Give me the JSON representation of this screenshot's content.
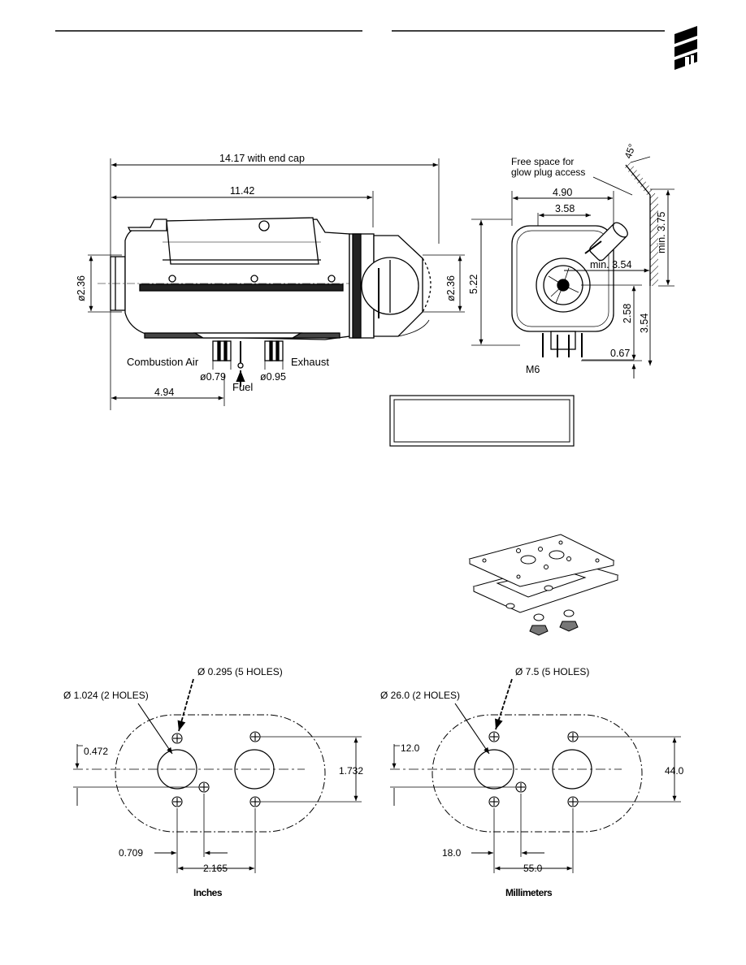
{
  "side_view": {
    "overall_length": "14.17 with end cap",
    "body_length": "11.42",
    "inlet_diameter": "ø2.36",
    "outlet_diameter": "ø2.36",
    "combustion_air_label": "Combustion Air",
    "exhaust_label": "Exhaust",
    "fuel_label": "Fuel",
    "combustion_air_diameter": "ø0.79",
    "exhaust_diameter": "ø0.95",
    "port_offset": "4.94"
  },
  "end_view": {
    "clearance_note_line1": "Free space for",
    "clearance_note_line2": "glow plug access",
    "angle": "45°",
    "width": "4.90",
    "inner_width": "3.58",
    "height": "5.22",
    "min_clearance_side": "min. 3.54",
    "min_clearance_top": "min. 3.75",
    "height_to_center": "2.58",
    "height_bottom": "3.54",
    "stud_offset": "0.67",
    "stud_label": "M6"
  },
  "mount_inches": {
    "small_holes": "Ø  0.295 (5 HOLES)",
    "large_holes": "Ø  1.024 (2 HOLES)",
    "offset_vertical": "0.472",
    "hole_spacing_vertical": "1.732",
    "offset_horizontal": "0.709",
    "hole_spacing_horizontal": "2.165",
    "caption": "Inches"
  },
  "mount_mm": {
    "small_holes": "Ø  7.5 (5 HOLES)",
    "large_holes": "Ø  26.0 (2 HOLES)",
    "offset_vertical": "12.0",
    "hole_spacing_vertical": "44.0",
    "offset_horizontal": "18.0",
    "hole_spacing_horizontal": "55.0",
    "caption": "Millimeters"
  }
}
